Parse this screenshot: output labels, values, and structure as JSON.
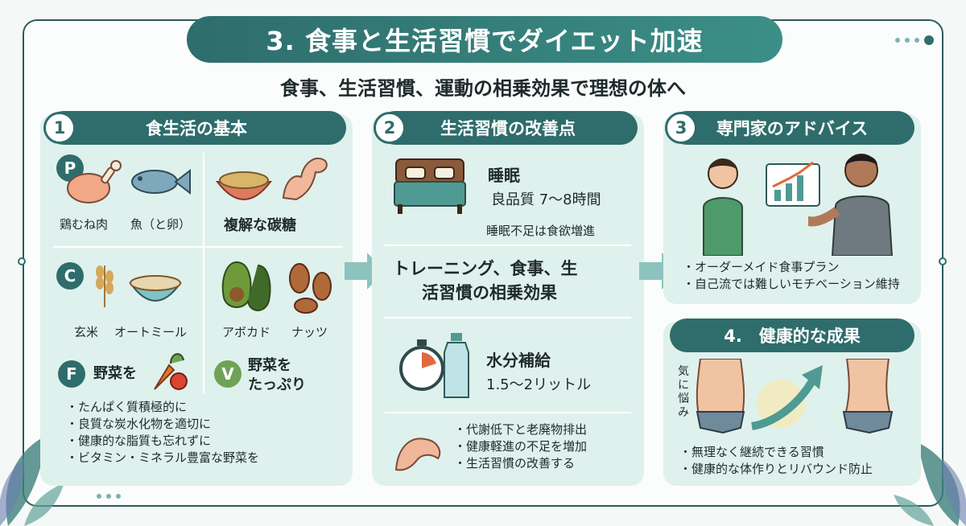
{
  "title": "3. 食事と生活習慣でダイエット加速",
  "subtitle": "食事、生活習慣、運動の相乗効果で理想の体へ",
  "panel1": {
    "number": "1",
    "heading": "食生活の基本",
    "p_letter": "P",
    "p_labels": [
      "鶏むね肉",
      "魚（と卵）"
    ],
    "carb_label": "複解な碳糖",
    "c_letter": "C",
    "c_labels": [
      "玄米",
      "オートミール"
    ],
    "fat_labels": [
      "アボカド",
      "ナッツ"
    ],
    "f_letter": "F",
    "f_label": "野菜を",
    "v_letter": "V",
    "v_label_1": "野菜を",
    "v_label_2": "たっぷり",
    "bullets": [
      "たんぱく質積極的に",
      "良質な炭水化物を適切に",
      "健康的な脂質も忘れずに",
      "ビタミン・ミネラル豊富な野菜を"
    ]
  },
  "panel2": {
    "number": "2",
    "heading": "生活習慣の改善点",
    "sleep_title": "睡眠",
    "sleep_detail": "良品質 7〜8時間",
    "sleep_note": "睡眠不足は食欲増進",
    "center_text_1": "トレーニング、食事、生",
    "center_text_2": "活習慣の相乗効果",
    "water_title": "水分補給",
    "water_detail": "1.5〜2リットル",
    "bottom_bullets": [
      "代謝低下と老廃物排出",
      "健康軽進の不足を増加",
      "生活習慣の改善する"
    ]
  },
  "panel3": {
    "number": "3",
    "heading": "専門家のアドバイス",
    "bullets": [
      "オーダーメイド食事プラン",
      "自己流では難しいモチベーション維持"
    ]
  },
  "panel4": {
    "heading": "4.　健康的な成果",
    "worry_label": "気に悩み",
    "bullets": [
      "無理なく継続できる習慣",
      "健康的な体作りとリバウンド防止"
    ]
  },
  "colors": {
    "accent": "#2e6d6c",
    "panel_bg": "#dff1ec",
    "background": "#f4f8f6"
  }
}
